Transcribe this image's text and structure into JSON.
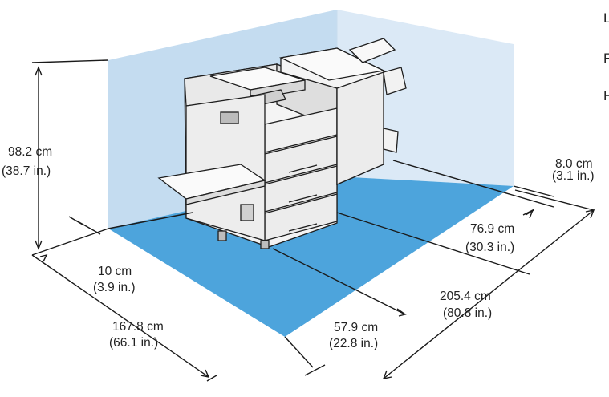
{
  "diagram": {
    "dimensions": {
      "height": {
        "metric": "98.2 cm",
        "imperial": "(38.7 in.)"
      },
      "rear_clearance": {
        "metric": "8.0 cm",
        "imperial": "(3.1 in.)"
      },
      "right_clearance": {
        "metric": "76.9 cm",
        "imperial": "(30.3 in.)"
      },
      "left_clearance": {
        "metric": "10 cm",
        "imperial": "(3.9 in.)"
      },
      "depth_total": {
        "metric": "167.8 cm",
        "imperial": "(66.1 in.)"
      },
      "front_clearance": {
        "metric": "57.9 cm",
        "imperial": "(22.8 in.)"
      },
      "width_total": {
        "metric": "205.4 cm",
        "imperial": "(80.8 in.)"
      }
    },
    "side_labels": [
      "L",
      "F",
      "H"
    ],
    "colors": {
      "wall": "#bcd9ef",
      "wall_light": "#d6e8f6",
      "floor": "#4aa3dd",
      "printer_body": "#f2f2f2",
      "printer_outline": "#1e1e1e"
    },
    "icons": [
      "printer-illustration",
      "finisher-illustration"
    ]
  }
}
